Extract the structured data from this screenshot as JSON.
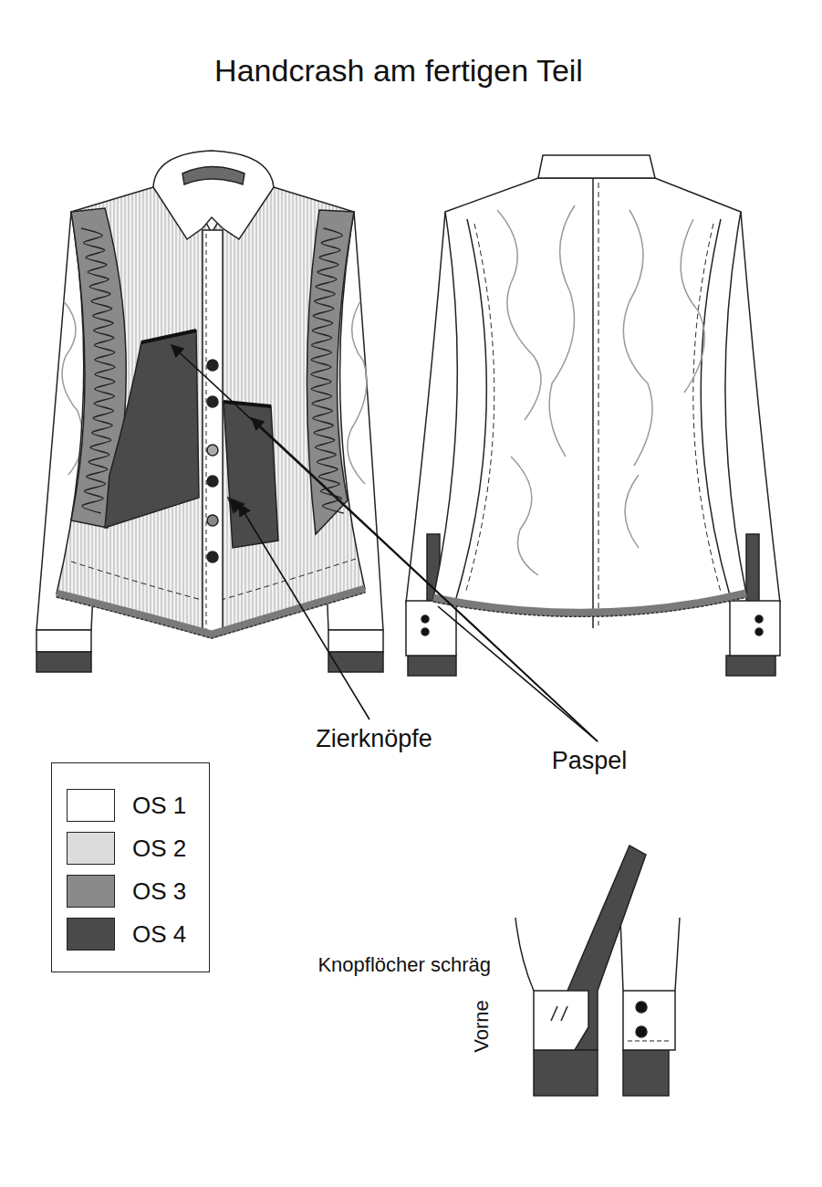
{
  "diagram": {
    "title": "Handcrash am fertigen Teil",
    "labels": [
      "Zierknöpfe",
      "Paspel",
      "Knopflöcher schräg",
      "Vorne"
    ],
    "legend": [
      {
        "text": "OS 1",
        "color": "#ffffff"
      },
      {
        "text": "OS 2",
        "color": "#dcdcdc"
      },
      {
        "text": "OS 3",
        "color": "#8a8a8a"
      },
      {
        "text": "OS 4",
        "color": "#4a4a4a"
      }
    ]
  }
}
